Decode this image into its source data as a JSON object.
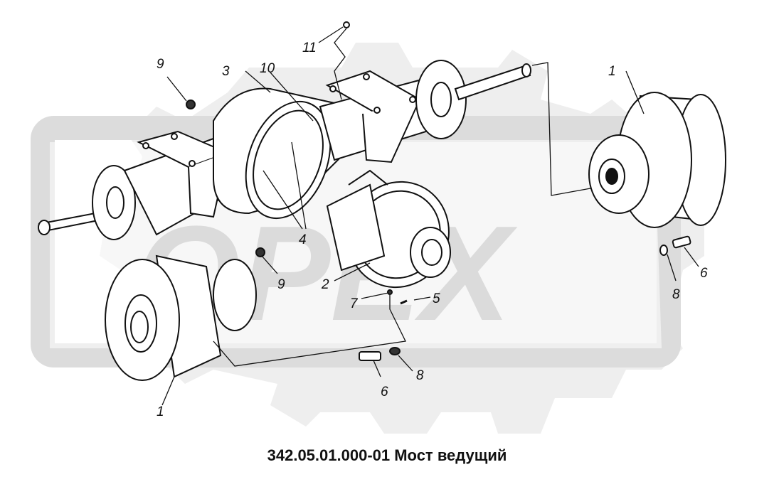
{
  "caption": "342.05.01.000-01 Мост ведущий",
  "watermark": {
    "logo_text": "OPEX",
    "color": "#d9d9d9"
  },
  "callouts": [
    {
      "id": "c11",
      "text": "11"
    },
    {
      "id": "c9a",
      "text": "9"
    },
    {
      "id": "c3",
      "text": "3"
    },
    {
      "id": "c10",
      "text": "10"
    },
    {
      "id": "c1a",
      "text": "1"
    },
    {
      "id": "c4",
      "text": "4"
    },
    {
      "id": "c9b",
      "text": "9"
    },
    {
      "id": "c2",
      "text": "2"
    },
    {
      "id": "c7",
      "text": "7"
    },
    {
      "id": "c5",
      "text": "5"
    },
    {
      "id": "c6a",
      "text": "6"
    },
    {
      "id": "c8a",
      "text": "8"
    },
    {
      "id": "c8b",
      "text": "8"
    },
    {
      "id": "c6b",
      "text": "6"
    },
    {
      "id": "c1b",
      "text": "1"
    }
  ]
}
